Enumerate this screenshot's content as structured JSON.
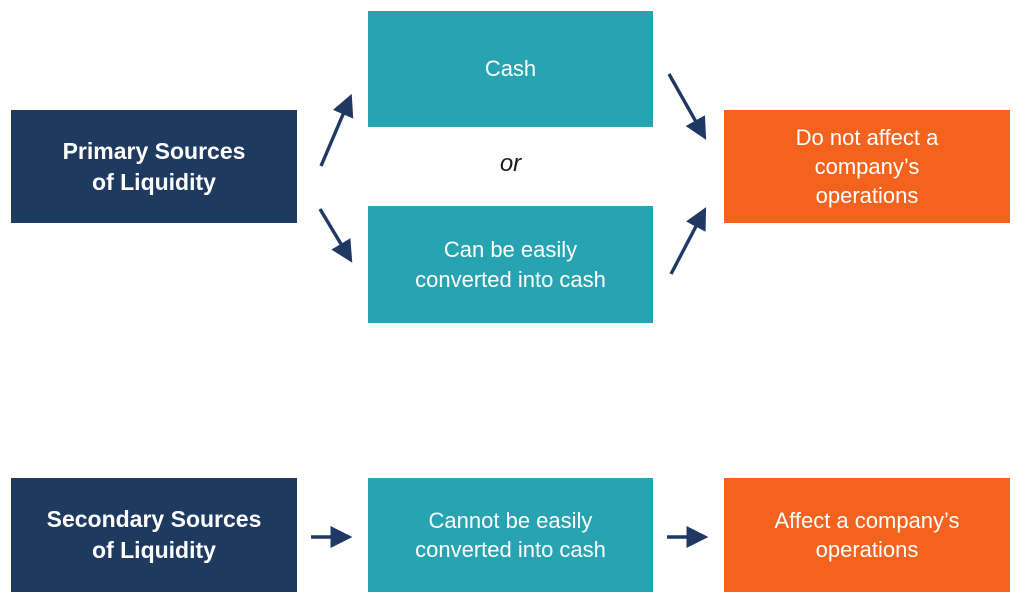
{
  "colors": {
    "navy": "#1F3A5F",
    "teal": "#28A3B1",
    "orange": "#F4631E",
    "arrow": "#1F3864",
    "text_on_box": "#FFFFFF",
    "or_text": "#1A1A1A"
  },
  "boxes": {
    "primary": "Primary Sources\nof Liquidity",
    "cash": "Cash",
    "can_convert": "Can be easily\nconverted into cash",
    "do_not_affect": "Do not affect a\ncompany’s\noperations",
    "secondary": "Secondary Sources\nof Liquidity",
    "cannot_convert": "Cannot be easily\nconverted into cash",
    "affect": "Affect a company’s\noperations"
  },
  "connector_label": "or"
}
